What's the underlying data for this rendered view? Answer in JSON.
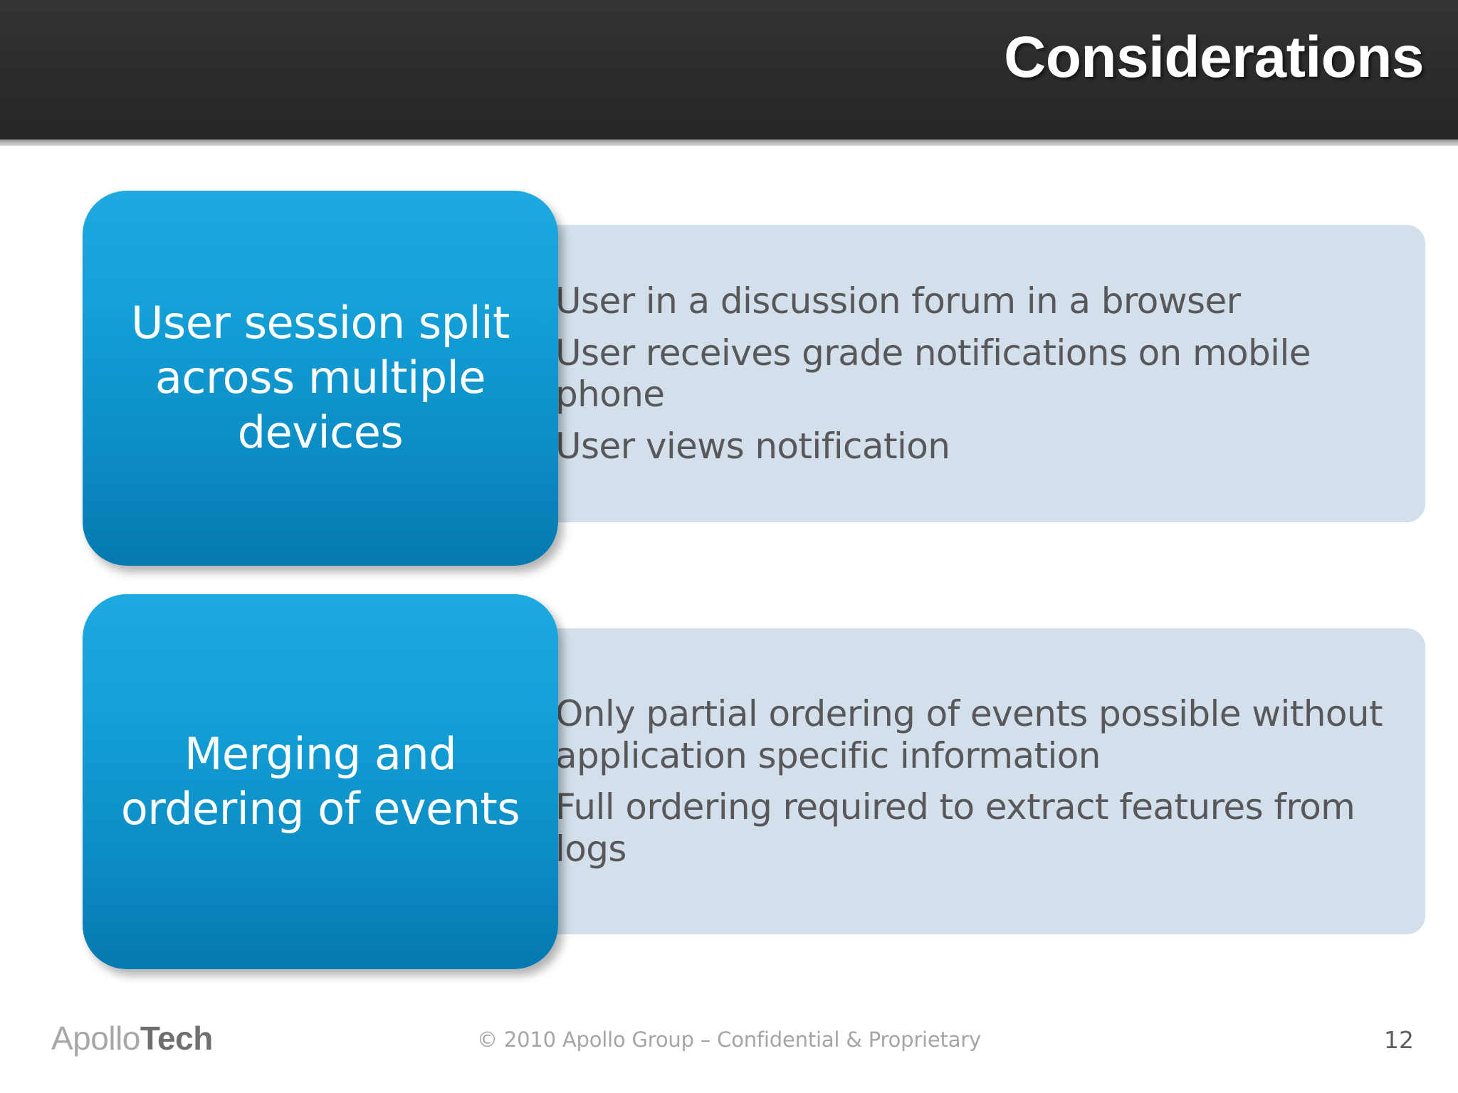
{
  "header": {
    "title": "Considerations",
    "background_color": "#2d2d2d",
    "title_color": "#ffffff"
  },
  "theme": {
    "accent_blue_top": "#1eaae0",
    "accent_blue_bottom": "#0579b0",
    "panel_blue": "#d3e0ec",
    "body_text_color": "#58585a"
  },
  "rows": [
    {
      "label": "User session split across multiple devices",
      "bullets": [
        "User in a discussion forum in a browser",
        "User receives grade notifications on mobile phone",
        "User views notification"
      ]
    },
    {
      "label": "Merging and ordering of events",
      "bullets": [
        "Only partial ordering of events possible without application specific information",
        "Full ordering required to extract features from logs"
      ]
    }
  ],
  "footer": {
    "logo_part1": "Apollo",
    "logo_part2": "Tech",
    "copyright": "© 2010 Apollo Group – Confidential & Proprietary",
    "page_number": "12"
  }
}
